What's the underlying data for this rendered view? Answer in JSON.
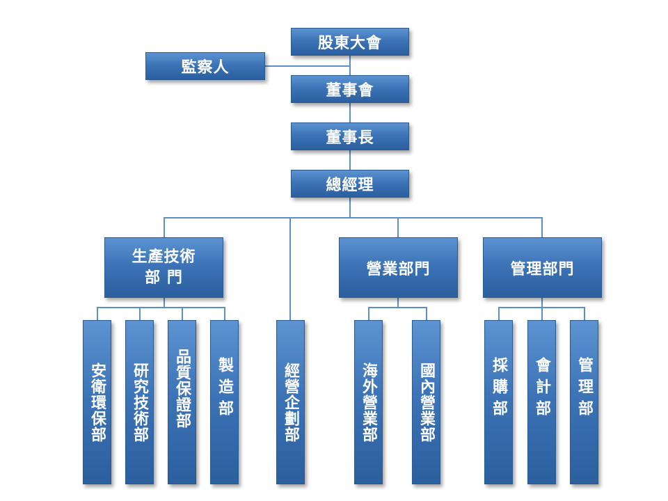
{
  "org": {
    "shareholders": "股東大會",
    "supervisor": "監察人",
    "board": "董事會",
    "chairman": "董事長",
    "general_manager": "總經理",
    "departments": {
      "production_tech": {
        "line1": "生產技術",
        "line2": "部 門"
      },
      "sales": "營業部門",
      "management": "管理部門"
    },
    "units": {
      "safety_env": "安衛環保部",
      "research_tech": "研究技術部",
      "quality_assurance": "品質保證部",
      "manufacturing": "製造部",
      "business_planning": "經營企劃部",
      "overseas_sales": "海外營業部",
      "domestic_sales": "國內營業部",
      "purchasing": "採購部",
      "accounting": "會計部",
      "administration": "管理部"
    }
  },
  "colors": {
    "box_top": "#5d93d1",
    "box_bottom": "#2b5f9e",
    "connector": "#5b8fc7",
    "text": "#ffffff"
  }
}
